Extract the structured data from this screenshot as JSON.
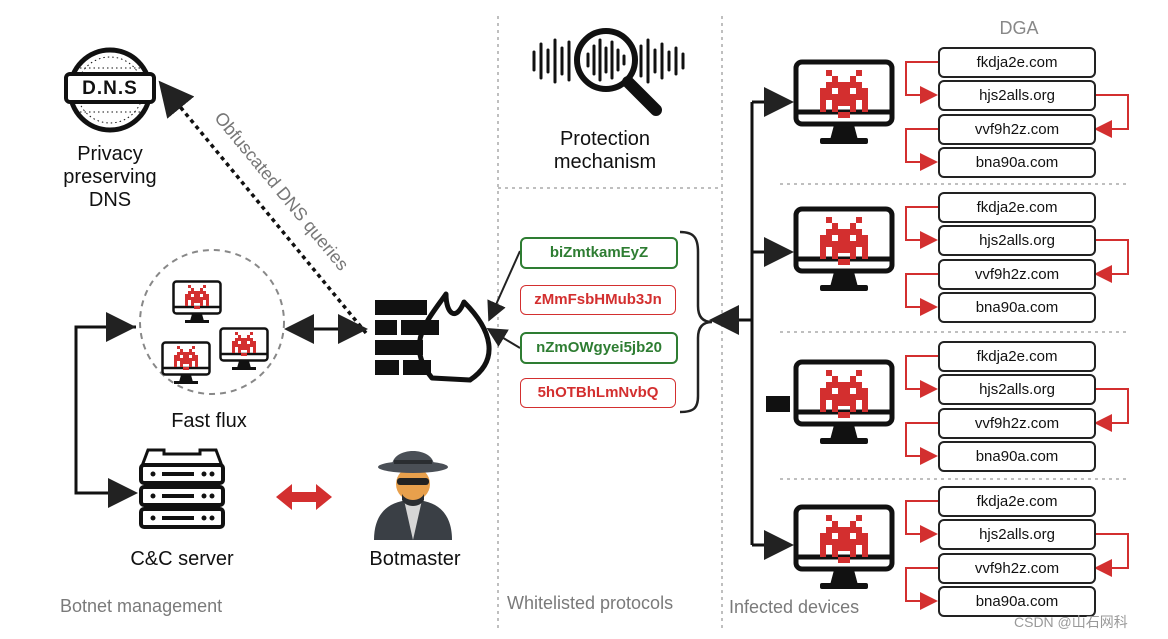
{
  "sections": {
    "botnet_management": "Botnet management",
    "whitelisted_protocols": "Whitelisted protocols",
    "infected_devices": "Infected devices",
    "dga": "DGA"
  },
  "dns": {
    "badge": "D.N.S",
    "label_line1": "Privacy",
    "label_line2": "preserving",
    "label_line3": "DNS",
    "arrow_label": "Obfuscated DNS queries"
  },
  "fast_flux": {
    "label": "Fast flux"
  },
  "cc_server": {
    "label": "C&C server"
  },
  "botmaster": {
    "label": "Botmaster"
  },
  "protection": {
    "line1": "Protection",
    "line2": "mechanism"
  },
  "tokens": [
    {
      "text": "biZmtkamEyZ",
      "status": "allowed"
    },
    {
      "text": "zMmFsbHMub3Jn",
      "status": "blocked"
    },
    {
      "text": "nZmOWgyei5jb20",
      "status": "allowed"
    },
    {
      "text": "5hOTBhLmNvbQ",
      "status": "blocked"
    }
  ],
  "dga_groups": [
    [
      "fkdja2e.com",
      "hjs2alls.org",
      "vvf9h2z.com",
      "bna90a.com"
    ],
    [
      "fkdja2e.com",
      "hjs2alls.org",
      "vvf9h2z.com",
      "bna90a.com"
    ],
    [
      "fkdja2e.com",
      "hjs2alls.org",
      "vvf9h2z.com",
      "bna90a.com"
    ],
    [
      "fkdja2e.com",
      "hjs2alls.org",
      "vvf9h2z.com",
      "bna90a.com"
    ]
  ],
  "watermark": "CSDN @山石网科",
  "colors": {
    "allowed": "#2e7d32",
    "blocked": "#d32f2f",
    "invader": "#d32f2f",
    "arrow": "#222222"
  }
}
